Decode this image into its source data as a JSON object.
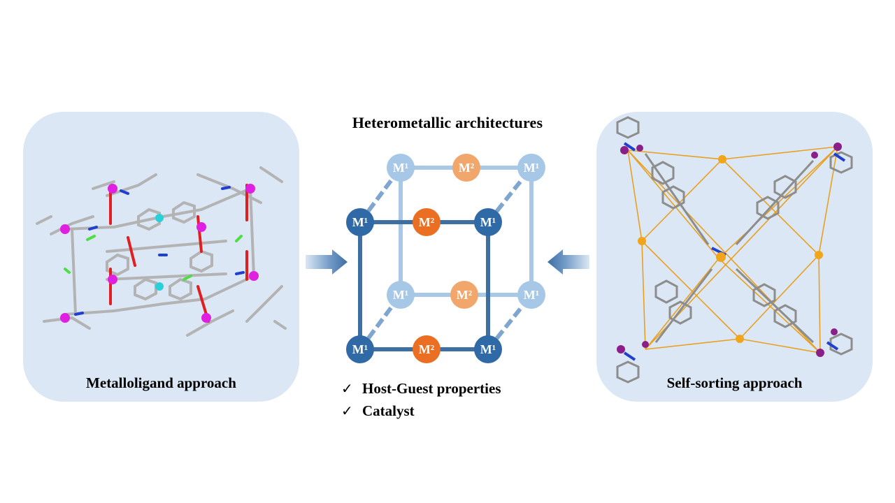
{
  "title": "Heterometallic  architectures",
  "left_caption": "Metalloligand approach",
  "right_caption": "Self-sorting approach",
  "node_labels": {
    "m1": "M¹",
    "m2": "M²"
  },
  "bullets": [
    {
      "icon": "check-icon",
      "text": "Host-Guest properties"
    },
    {
      "icon": "check-icon",
      "text": "Catalyst"
    }
  ],
  "colors": {
    "panel_bg": "#dbe7f4",
    "front_edge": "#3d6fa3",
    "back_edge": "#a9c8e6",
    "m1_front": "#2f6aa7",
    "m1_back": "#a7c7e6",
    "m2_front": "#ea6f23",
    "m2_back": "#f1a66c"
  }
}
